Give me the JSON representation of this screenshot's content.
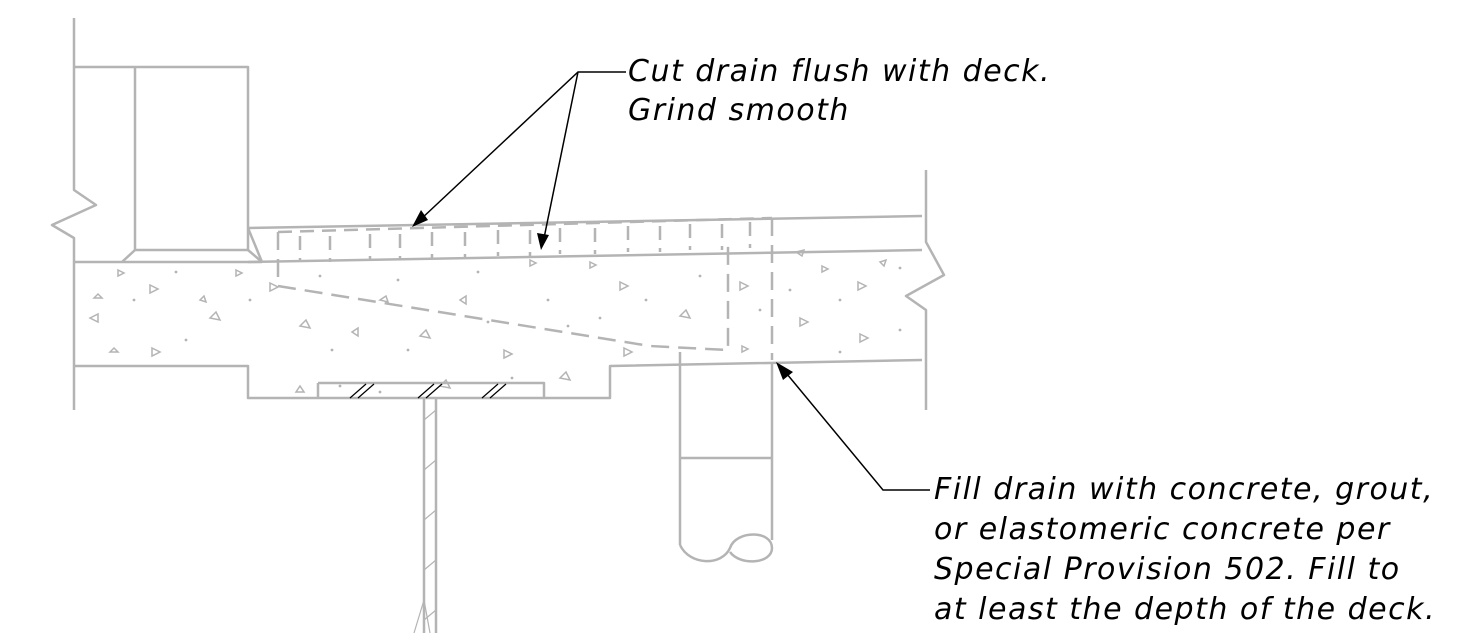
{
  "notes": {
    "top": {
      "line1": "Cut drain flush with deck.",
      "line2": "Grind smooth"
    },
    "bottom": {
      "line1": "Fill drain with concrete, grout,",
      "line2": "or elastomeric concrete per",
      "line3": "Special Provision 502. Fill to",
      "line4": "at least the depth of the deck."
    }
  },
  "colors": {
    "structure": "#b4b4b4",
    "leader": "#000000",
    "text": "#000000",
    "background": "#ffffff"
  }
}
